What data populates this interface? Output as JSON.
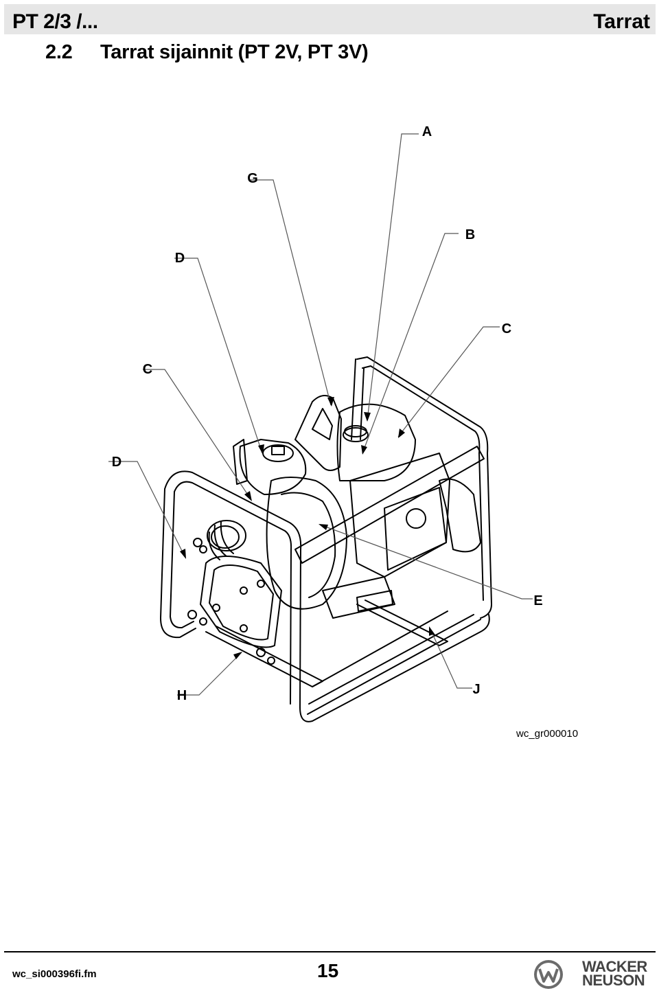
{
  "header": {
    "left_title": "PT 2/3 /...",
    "right_title": "Tarrat"
  },
  "section": {
    "number": "2.2",
    "title": "Tarrat sijainnit (PT 2V, PT 3V)"
  },
  "figure": {
    "callouts": {
      "a": "A",
      "g": "G",
      "b": "B",
      "d_upper": "D",
      "c_right": "C",
      "c_left": "C",
      "d_lower": "D",
      "e": "E",
      "h": "H",
      "j": "J"
    },
    "figure_id": "wc_gr000010"
  },
  "footer": {
    "file_name": "wc_si000396fi.fm",
    "page_number": "15",
    "logo_line1": "WACKER",
    "logo_line2": "NEUSON"
  }
}
